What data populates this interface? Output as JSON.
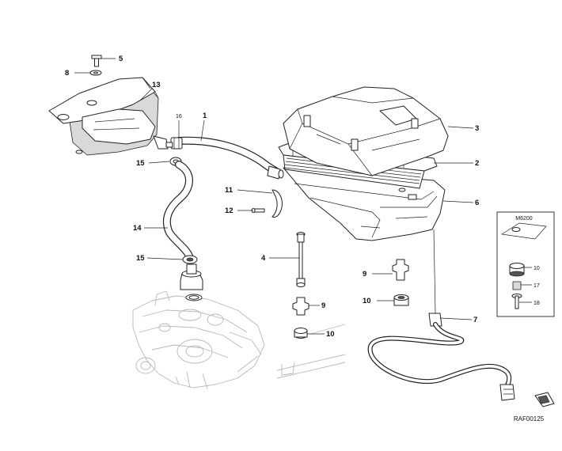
{
  "diagram": {
    "callouts": [
      "1",
      "2",
      "3",
      "4",
      "5",
      "6",
      "7",
      "8",
      "9",
      "10",
      "11",
      "12",
      "13",
      "14",
      "15",
      "16",
      "17",
      "18"
    ],
    "inset_label": "M6200",
    "reference": "RAF00125"
  }
}
